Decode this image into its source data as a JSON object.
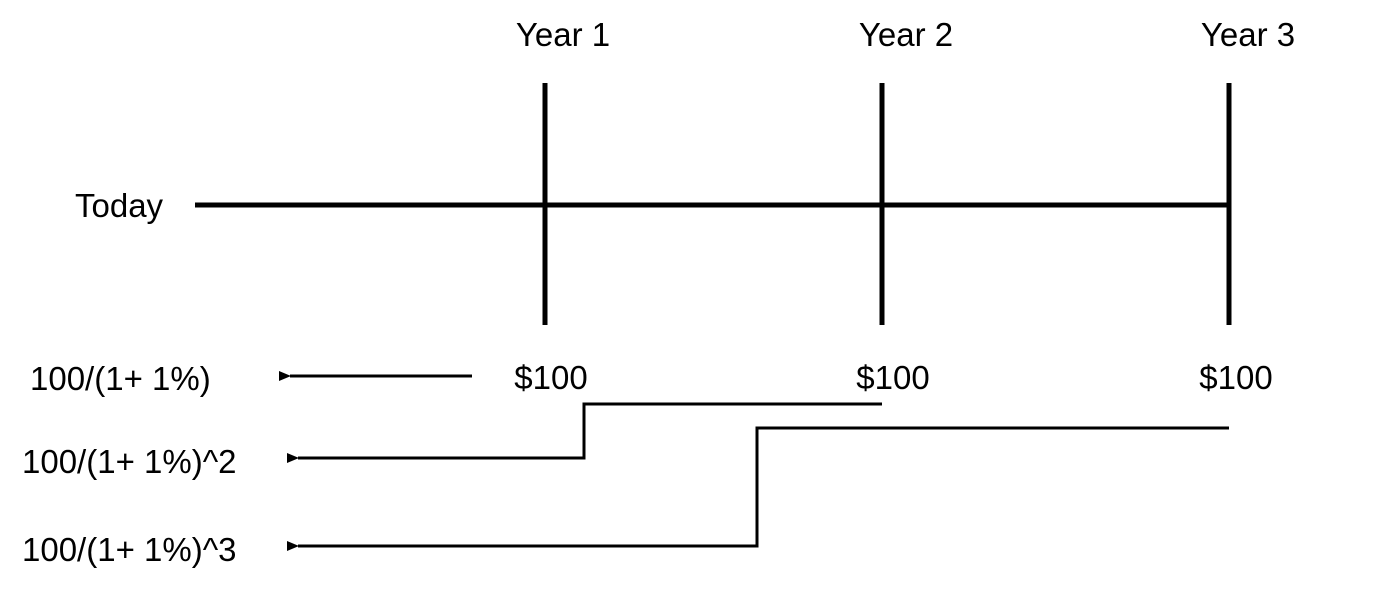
{
  "timeline": {
    "start_label": "Today",
    "years": [
      "Year 1",
      "Year 2",
      "Year 3"
    ],
    "cash_flows": [
      "$100",
      "$100",
      "$100"
    ]
  },
  "discounts": [
    "100/(1+ 1%)",
    "100/(1+ 1%)^2",
    "100/(1+ 1%)^3"
  ],
  "colors": {
    "line": "#000000",
    "text": "#000000",
    "background": "#ffffff"
  }
}
